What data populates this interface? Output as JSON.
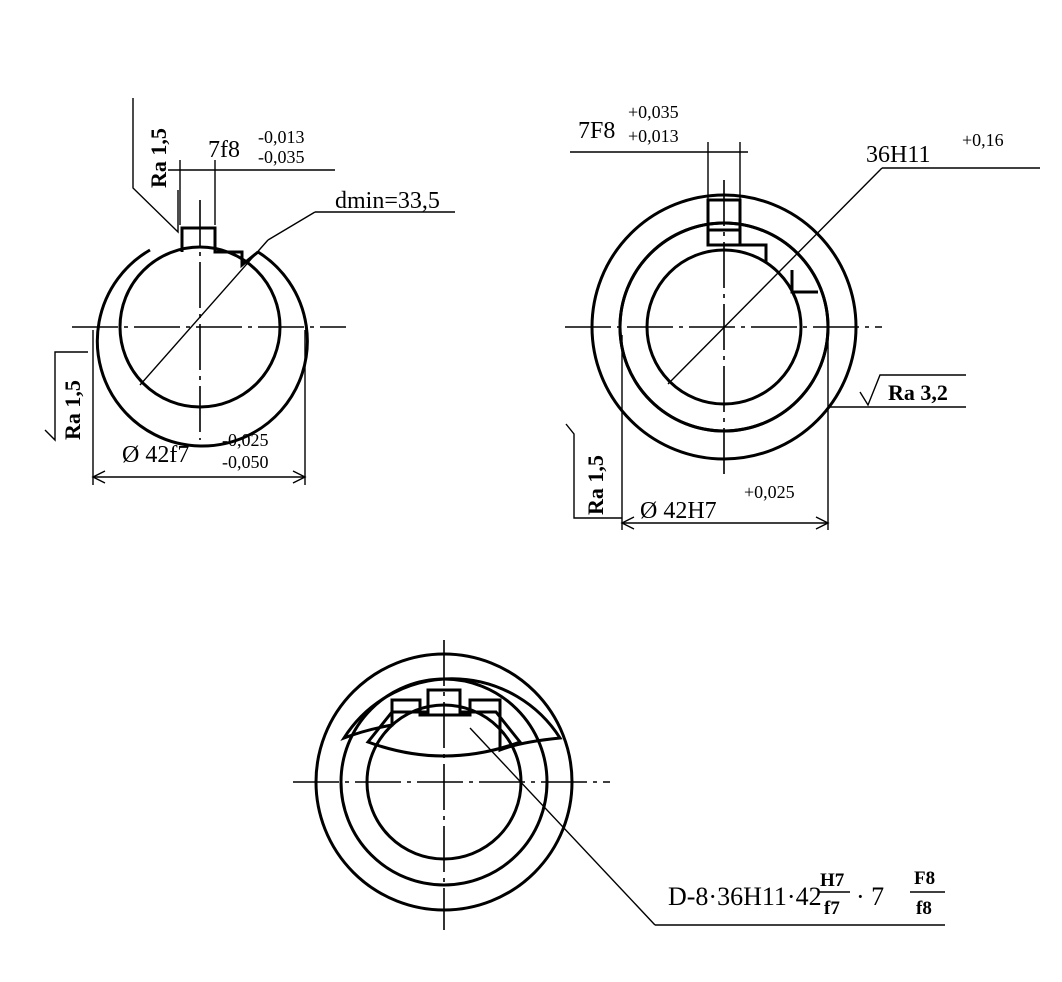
{
  "shaft": {
    "key_width_label": "7f8",
    "key_tol_upper": "-0,013",
    "key_tol_lower": "-0,035",
    "dmin_label": "dmin=33,5",
    "outer_label": "Ø 42f7",
    "outer_tol_upper": "-0,025",
    "outer_tol_lower": "-0,050",
    "ra_top": "Ra 1,5",
    "ra_left": "Ra 1,5"
  },
  "hub": {
    "key_width_label": "7F8",
    "key_tol_upper": "+0,035",
    "key_tol_lower": "+0,013",
    "inner_label": "36H11",
    "inner_tol": "+0,16",
    "outer_label": "Ø 42H7",
    "outer_tol": "+0,025",
    "ra_right": "Ra 3,2",
    "ra_left": "Ra 1,5"
  },
  "assembly": {
    "designation_prefix": "D-8·36H11·42",
    "fit1_num": "H7",
    "fit1_den": "f7",
    "mid": "· 7",
    "fit2_num": "F8",
    "fit2_den": "f8"
  },
  "colors": {
    "ink": "#000000",
    "paper": "#ffffff"
  }
}
